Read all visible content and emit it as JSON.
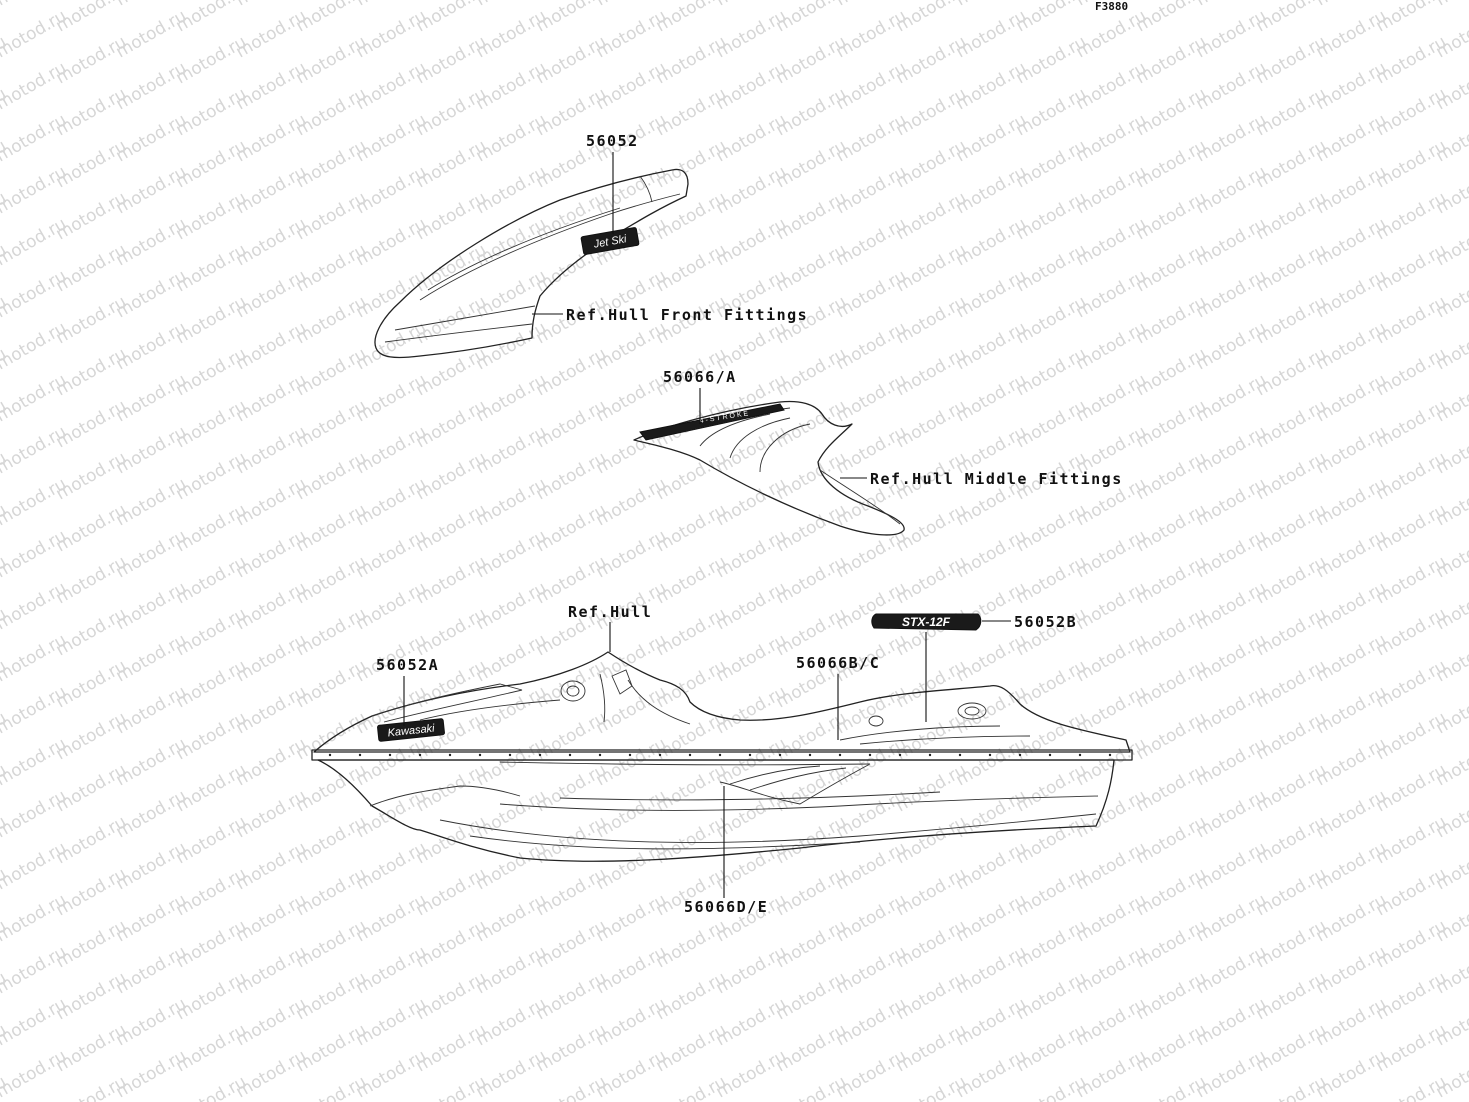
{
  "figure_code": "F3880",
  "watermark_text": "motod.ru",
  "callouts": {
    "part_56052": "56052",
    "ref_hull_front": "Ref.Hull Front Fittings",
    "part_56066_a": "56066/A",
    "ref_hull_middle": "Ref.Hull Middle Fittings",
    "ref_hull": "Ref.Hull",
    "part_56052b": "56052B",
    "part_56052a": "56052A",
    "part_56066b_c": "56066B/C",
    "part_56066d_e": "56066D/E"
  },
  "decal_text": {
    "front_logo": "Jet Ski",
    "middle_stripe": "4-STROKE",
    "brand": "Kawasaki",
    "model": "STX-12F"
  },
  "colors": {
    "line": "#222222",
    "watermark": "#d6d6d6"
  }
}
